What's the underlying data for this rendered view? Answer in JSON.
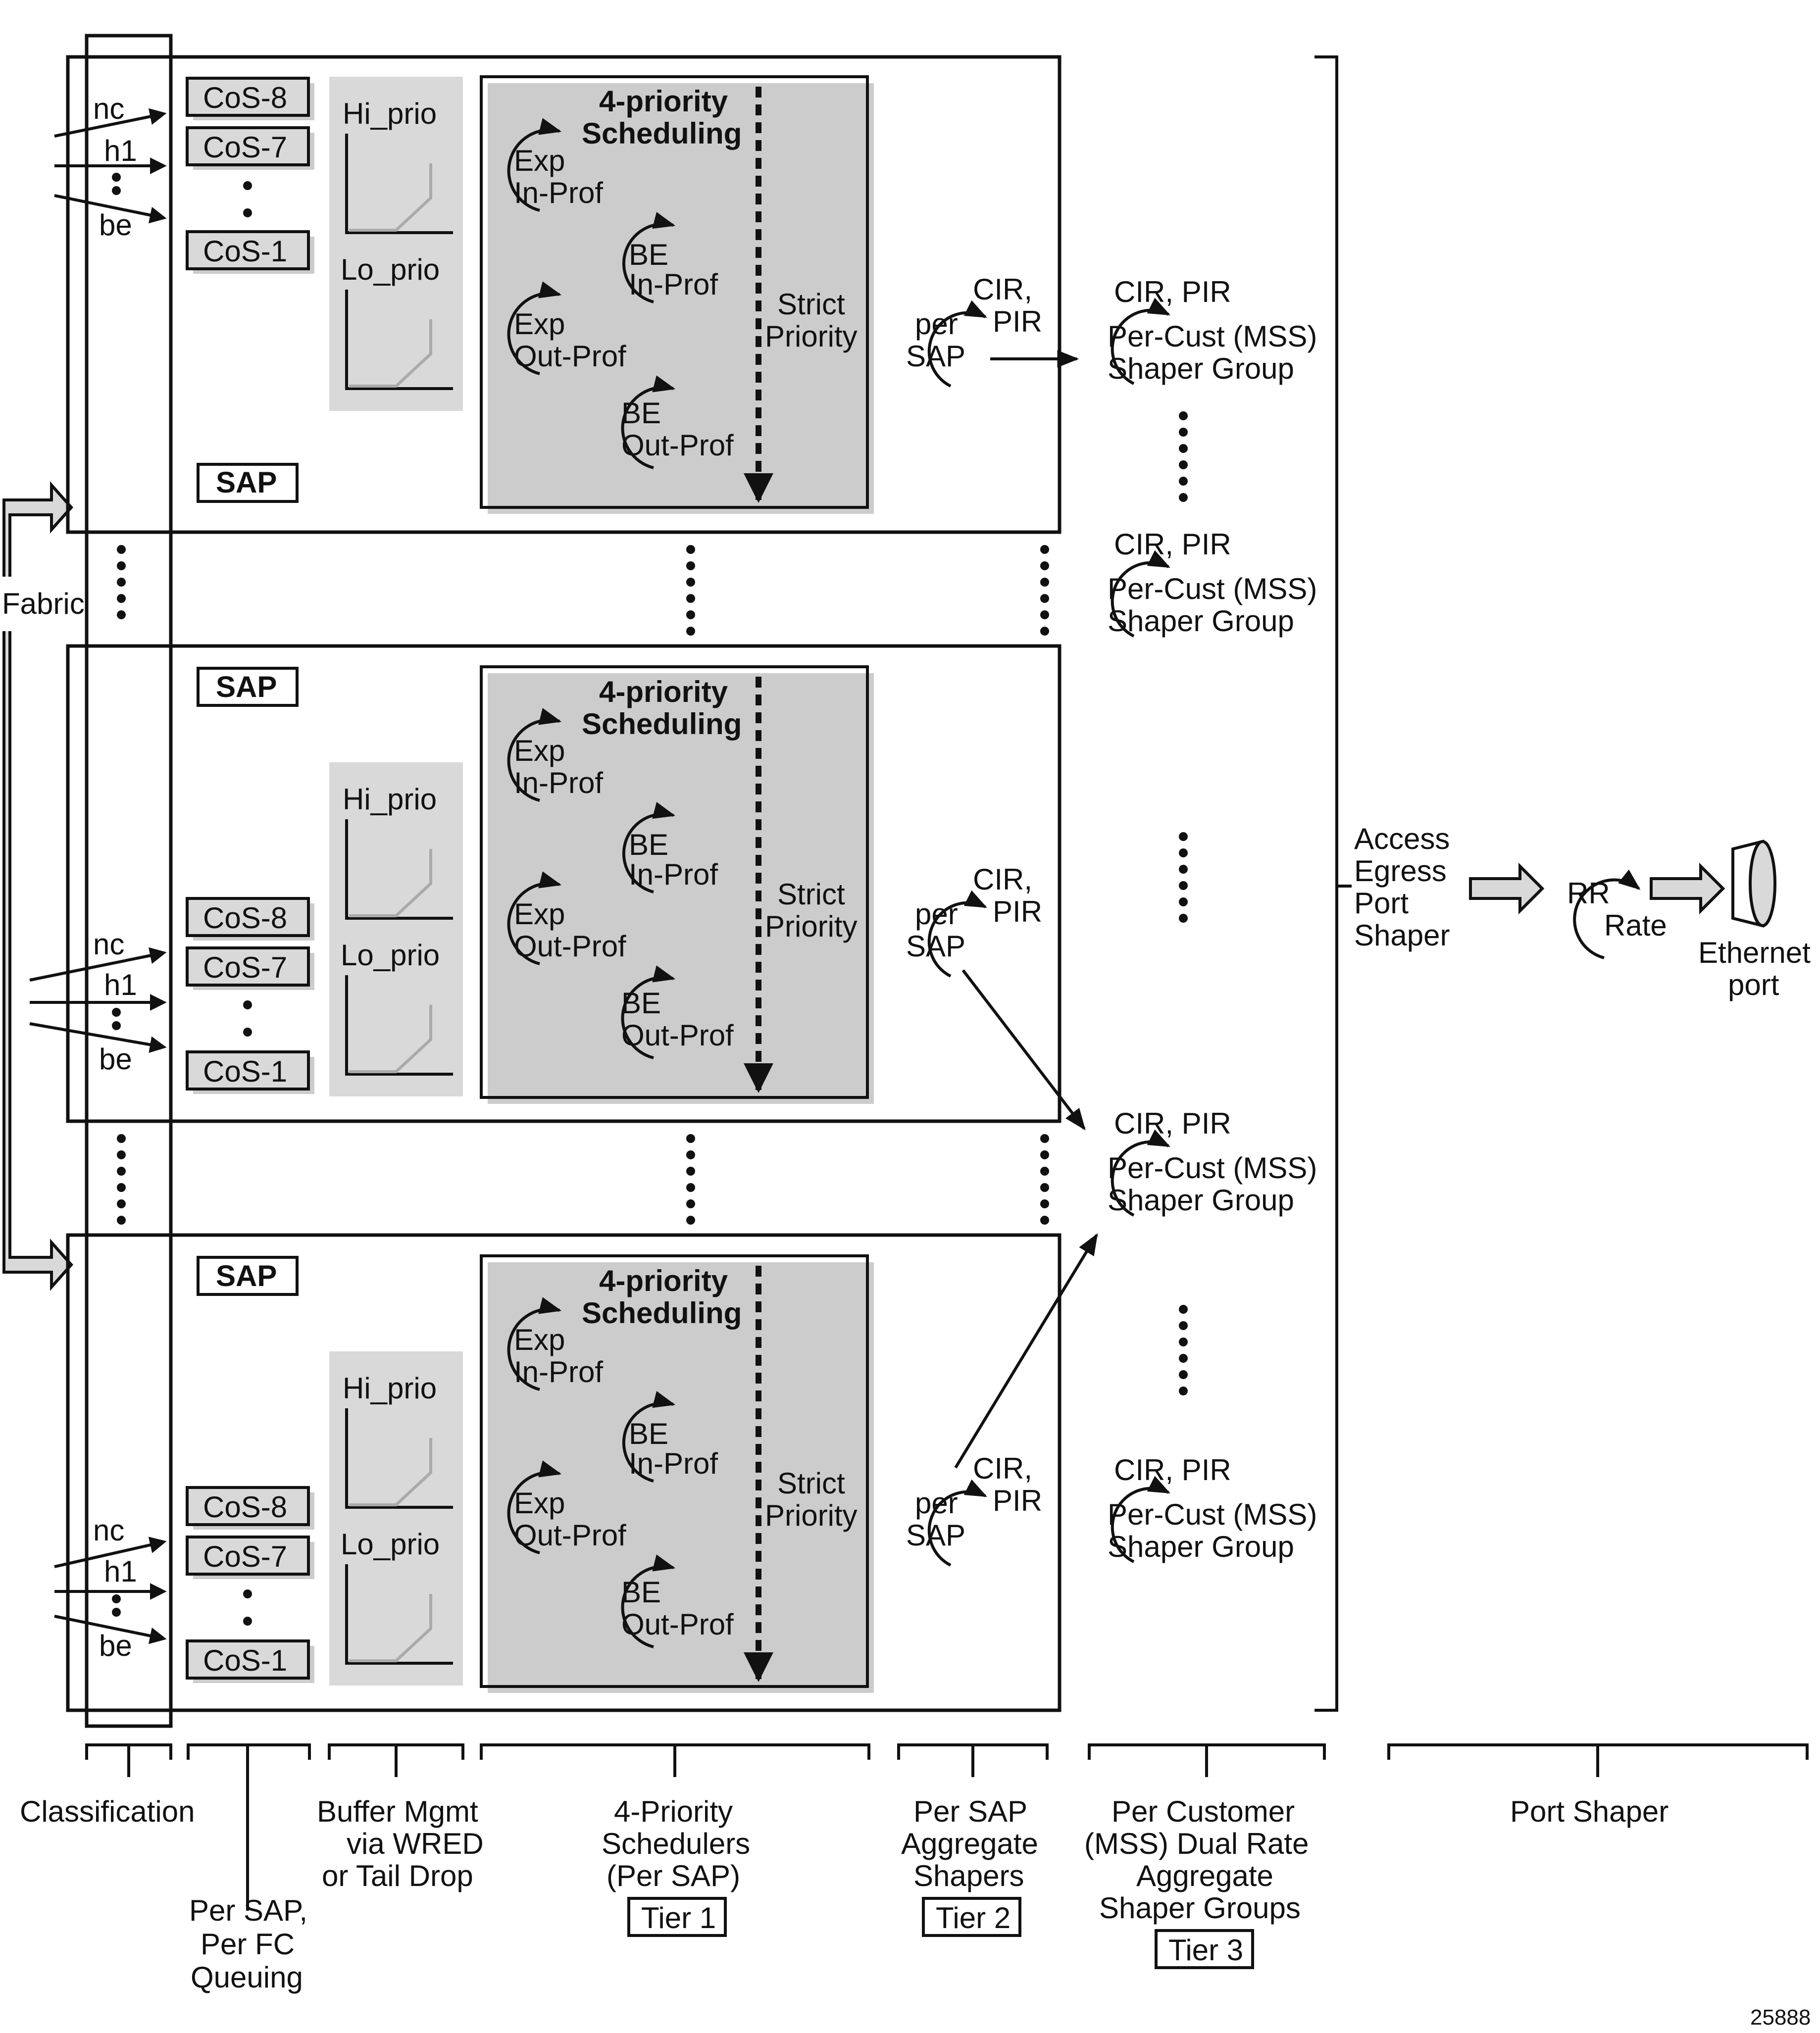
{
  "figure_id": "25888",
  "classifier": {
    "labels": [
      "nc",
      "h1",
      "be"
    ]
  },
  "queues": {
    "top": "CoS-8",
    "second": "CoS-7",
    "bottom": "CoS-1"
  },
  "buffer": {
    "hi": "Hi_prio",
    "lo": "Lo_prio"
  },
  "sap_label": "SAP",
  "scheduler": {
    "title_line1": "4-priority",
    "title_line2": "Scheduling",
    "exp_in": [
      "Exp",
      "In-Prof"
    ],
    "be_in": [
      "BE",
      "In-Prof"
    ],
    "exp_out": [
      "Exp",
      "Out-Prof"
    ],
    "be_out": [
      "BE",
      "Out-Prof"
    ],
    "strict": [
      "Strict",
      "Priority"
    ]
  },
  "sap_shaper": {
    "label": [
      "per",
      "SAP"
    ],
    "rate": [
      "CIR,",
      "PIR"
    ]
  },
  "customer_group": {
    "rate": "CIR, PIR",
    "line1": "Per-Cust (MSS)",
    "line2": "Shaper Group"
  },
  "fabric": "Fabric",
  "port": {
    "shaper": [
      "Access",
      "Egress",
      "Port",
      "Shaper"
    ],
    "rr": "RR",
    "rate": "Rate",
    "ethernet": [
      "Ethernet",
      "port"
    ]
  },
  "stages": {
    "classification": "Classification",
    "queuing": [
      "Per SAP,",
      "Per FC",
      "Queuing"
    ],
    "buffer": [
      "Buffer Mgmt",
      "via WRED",
      "or Tail Drop"
    ],
    "schedulers": [
      "4-Priority",
      "Schedulers",
      "(Per SAP)"
    ],
    "tier1": "Tier 1",
    "sap_shapers": [
      "Per SAP",
      "Aggregate",
      "Shapers"
    ],
    "tier2": "Tier 2",
    "customer": [
      "Per Customer",
      "(MSS) Dual Rate",
      "Aggregate",
      "Shaper Groups"
    ],
    "tier3": "Tier 3",
    "port_shaper": "Port Shaper"
  },
  "colors": {
    "stroke": "#111111",
    "fill_gray": "#d9d9d9",
    "shadow": "#cccccc"
  }
}
